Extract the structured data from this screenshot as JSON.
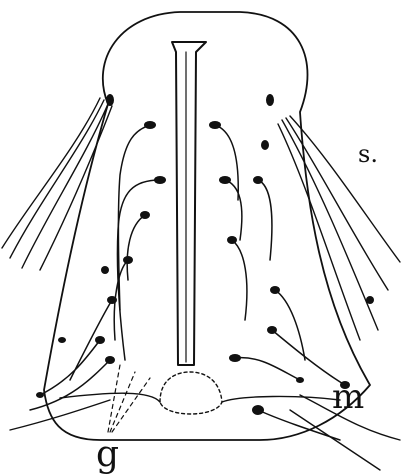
{
  "labels": {
    "g": "g",
    "m": "m",
    "s": "s."
  }
}
